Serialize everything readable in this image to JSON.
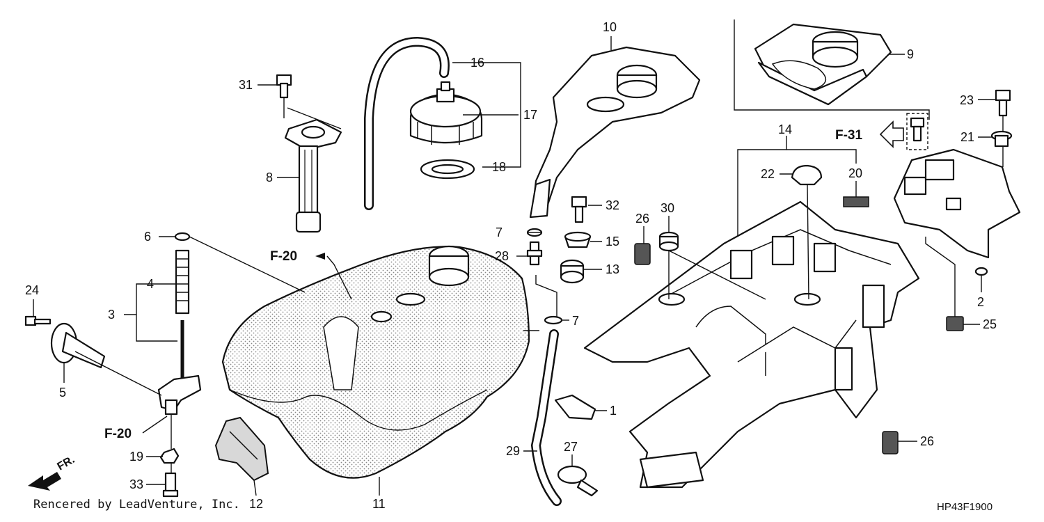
{
  "callouts": {
    "c1": "1",
    "c2": "2",
    "c3": "3",
    "c4": "4",
    "c5": "5",
    "c6": "6",
    "c7a": "7",
    "c7b": "7",
    "c8": "8",
    "c9": "9",
    "c10": "10",
    "c11": "11",
    "c12": "12",
    "c13": "13",
    "c14": "14",
    "c15": "15",
    "c16": "16",
    "c17": "17",
    "c18": "18",
    "c19": "19",
    "c20": "20",
    "c21": "21",
    "c22": "22",
    "c23": "23",
    "c24": "24",
    "c25": "25",
    "c26a": "26",
    "c26b": "26",
    "c27": "27",
    "c28": "28",
    "c29": "29",
    "c30": "30",
    "c31": "31",
    "c32": "32",
    "c33": "33"
  },
  "references": {
    "f20_top": "F-20",
    "f20_left": "F-20",
    "f31": "F-31"
  },
  "direction_marker": "FR.",
  "footer": {
    "credit": "Rencered by LeadVenture, Inc.",
    "diagram_code": "HP43F1900"
  },
  "icons": [
    "front-direction-arrow-icon",
    "reference-arrow-icon"
  ]
}
